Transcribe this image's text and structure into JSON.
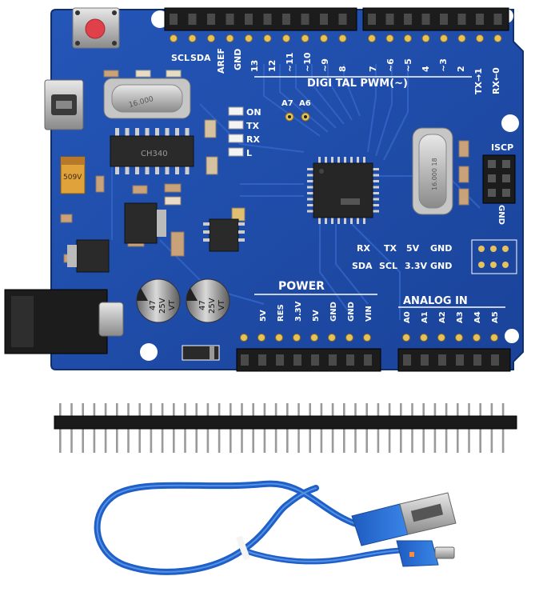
{
  "board": {
    "digital_pins": [
      "13",
      "12",
      "~11",
      "~10",
      "~9",
      "8",
      "7",
      "~6",
      "~5",
      "4",
      "~3",
      "2",
      "TX→1",
      "RX←0"
    ],
    "left_header_labels": [
      "SCL",
      "SDA",
      "AREF",
      "GND"
    ],
    "digital_label": "DIGI TAL PWM(~)",
    "leds": [
      "ON",
      "TX",
      "RX",
      "L"
    ],
    "analog_extra": [
      "A7",
      "A6"
    ],
    "isp_label": "ISCP",
    "isp_gnd": "GND",
    "i2c_row1": [
      "RX",
      "TX",
      "5V",
      "GND"
    ],
    "i2c_row2": [
      "SDA",
      "SCL",
      "3.3V",
      "GND"
    ],
    "power_label": "POWER",
    "power_pins": [
      "5V",
      "RES",
      "3.3V",
      "5V",
      "GND",
      "GND",
      "VIN"
    ],
    "analog_label": "ANALOG  IN",
    "analog_pins": [
      "A0",
      "A1",
      "A2",
      "A3",
      "A4",
      "A5"
    ],
    "crystal_main": "16.000",
    "crystal_side": "16.000 18",
    "capacitor_text": [
      "47",
      "25V",
      "VT"
    ],
    "tantalum_text": "509V",
    "usb_chip_text": "CH340",
    "colors": {
      "pcb": "#1a4aa6",
      "pcb_dark": "#123a88",
      "header": "#1c1c1c",
      "cable": "#2a6fd6",
      "gold": "#d9b54a"
    }
  }
}
